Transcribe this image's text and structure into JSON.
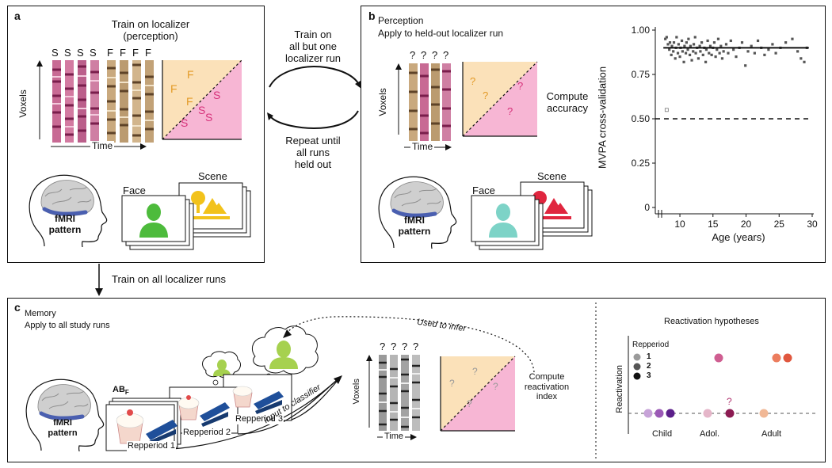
{
  "panel_a": {
    "label": "a",
    "title": "Train on localizer\n(perception)",
    "scene_letters": [
      "S",
      "S",
      "S",
      "S"
    ],
    "face_letters": [
      "F",
      "F",
      "F",
      "F"
    ],
    "axis_y": "Voxels",
    "axis_x": "Time",
    "class_face_marks": [
      "F",
      "F",
      "F"
    ],
    "class_scene_marks": [
      "S",
      "S",
      "S",
      "S"
    ],
    "brain_label": "fMRI\npattern",
    "face_label": "Face",
    "scene_label": "Scene"
  },
  "between_ab": {
    "train_text": "Train on\nall but one\nlocalizer run",
    "repeat_text": "Repeat until\nall runs\nheld out"
  },
  "panel_b": {
    "label": "b",
    "title_line1": "Perception",
    "title_line2": "Apply to held-out localizer run",
    "question_marks": [
      "?",
      "?",
      "?",
      "?"
    ],
    "axis_y": "Voxels",
    "axis_x": "Time",
    "classifier_marks": [
      "?",
      "?",
      "?"
    ],
    "compute_text": "Compute\naccuracy",
    "brain_label": "fMRI\npattern",
    "face_label": "Face",
    "scene_label": "Scene"
  },
  "chart_data": {
    "type": "scatter",
    "xlabel": "Age (years)",
    "ylabel": "MVPA cross-validation",
    "xlim": [
      7,
      30
    ],
    "ylim": [
      0,
      1.0
    ],
    "xticks": [
      "10",
      "15",
      "20",
      "25",
      "30"
    ],
    "yticks": [
      "0",
      "0.25",
      "0.50",
      "0.75",
      "1.00"
    ],
    "chance_level": 0.5,
    "fit_line": {
      "x": [
        7.5,
        29.5
      ],
      "y": [
        0.9,
        0.9
      ]
    },
    "points": [
      [
        7.8,
        0.95
      ],
      [
        8.0,
        0.96
      ],
      [
        8.2,
        0.92
      ],
      [
        8.4,
        0.89
      ],
      [
        8.5,
        0.93
      ],
      [
        8.7,
        0.86
      ],
      [
        8.8,
        0.91
      ],
      [
        9.0,
        0.88
      ],
      [
        9.1,
        0.93
      ],
      [
        9.3,
        0.84
      ],
      [
        9.4,
        0.9
      ],
      [
        9.5,
        0.96
      ],
      [
        9.7,
        0.87
      ],
      [
        9.8,
        0.92
      ],
      [
        10.0,
        0.85
      ],
      [
        10.1,
        0.9
      ],
      [
        10.3,
        0.94
      ],
      [
        10.4,
        0.88
      ],
      [
        10.6,
        0.82
      ],
      [
        10.7,
        0.91
      ],
      [
        10.9,
        0.87
      ],
      [
        11.0,
        0.93
      ],
      [
        11.2,
        0.89
      ],
      [
        11.3,
        0.95
      ],
      [
        11.5,
        0.86
      ],
      [
        11.6,
        0.91
      ],
      [
        11.8,
        0.83
      ],
      [
        12.0,
        0.88
      ],
      [
        12.1,
        0.92
      ],
      [
        12.3,
        0.96
      ],
      [
        12.4,
        0.87
      ],
      [
        12.6,
        0.9
      ],
      [
        12.8,
        0.84
      ],
      [
        13.0,
        0.91
      ],
      [
        13.1,
        0.88
      ],
      [
        13.3,
        0.93
      ],
      [
        13.5,
        0.86
      ],
      [
        13.7,
        0.9
      ],
      [
        13.9,
        0.82
      ],
      [
        14.0,
        0.89
      ],
      [
        14.2,
        0.94
      ],
      [
        14.4,
        0.87
      ],
      [
        14.6,
        0.91
      ],
      [
        14.8,
        0.86
      ],
      [
        15.0,
        0.9
      ],
      [
        15.2,
        0.93
      ],
      [
        15.4,
        0.85
      ],
      [
        15.6,
        0.89
      ],
      [
        15.8,
        0.95
      ],
      [
        16.0,
        0.87
      ],
      [
        16.2,
        0.91
      ],
      [
        16.4,
        0.84
      ],
      [
        16.6,
        0.88
      ],
      [
        17.0,
        0.92
      ],
      [
        17.3,
        0.87
      ],
      [
        17.7,
        0.94
      ],
      [
        18.1,
        0.89
      ],
      [
        18.5,
        0.85
      ],
      [
        19.0,
        0.9
      ],
      [
        19.4,
        0.93
      ],
      [
        19.9,
        0.8
      ],
      [
        20.3,
        0.88
      ],
      [
        20.8,
        0.91
      ],
      [
        21.3,
        0.87
      ],
      [
        21.8,
        0.94
      ],
      [
        22.3,
        0.9
      ],
      [
        22.8,
        0.86
      ],
      [
        23.4,
        0.89
      ],
      [
        24.0,
        0.92
      ],
      [
        24.5,
        0.87
      ],
      [
        25.2,
        0.9
      ],
      [
        26.0,
        0.93
      ],
      [
        27.0,
        0.95
      ],
      [
        27.8,
        0.88
      ],
      [
        28.3,
        0.84
      ],
      [
        28.8,
        0.82
      ],
      [
        29.2,
        0.9
      ]
    ],
    "outliers": [
      [
        8.0,
        0.55
      ]
    ]
  },
  "between_ac": {
    "text": "Train on all localizer runs"
  },
  "panel_c": {
    "label": "c",
    "title_line1": "Memory",
    "title_line2": "Apply to all study runs",
    "used_to_infer": "Used to infer",
    "brain_label": "fMRI\npattern",
    "ab_label": "AB",
    "ab_sub": "F",
    "repperiods": [
      "Repperiod 1",
      "Repperiod 2",
      "Repperiod 3"
    ],
    "input_text": "Input to classifier",
    "question_marks": [
      "?",
      "?",
      "?",
      "?"
    ],
    "axis_y": "Voxels",
    "axis_x": "Time",
    "classifier_marks": [
      "?",
      "?",
      "?",
      "?"
    ],
    "compute_text": "Compute\nreactivation\nindex"
  },
  "reactivation": {
    "title": "Reactivation hypotheses",
    "ylabel": "Reactivation",
    "legend_title": "Repperiod",
    "legend": [
      {
        "label": "1",
        "color": "#9a9a9a"
      },
      {
        "label": "2",
        "color": "#555555"
      },
      {
        "label": "3",
        "color": "#111111"
      }
    ],
    "groups": [
      "Child",
      "Adol.",
      "Adult"
    ],
    "question_mark": "?",
    "dot_colors": {
      "child": [
        "#c7a3d8",
        "#9b59b6",
        "#5b1f8a"
      ],
      "adol": [
        "#e5b6c9",
        "#cf5e91",
        "#8c1b52"
      ],
      "adult": [
        "#f1b896",
        "#ec7d5e",
        "#e0573e"
      ]
    }
  }
}
